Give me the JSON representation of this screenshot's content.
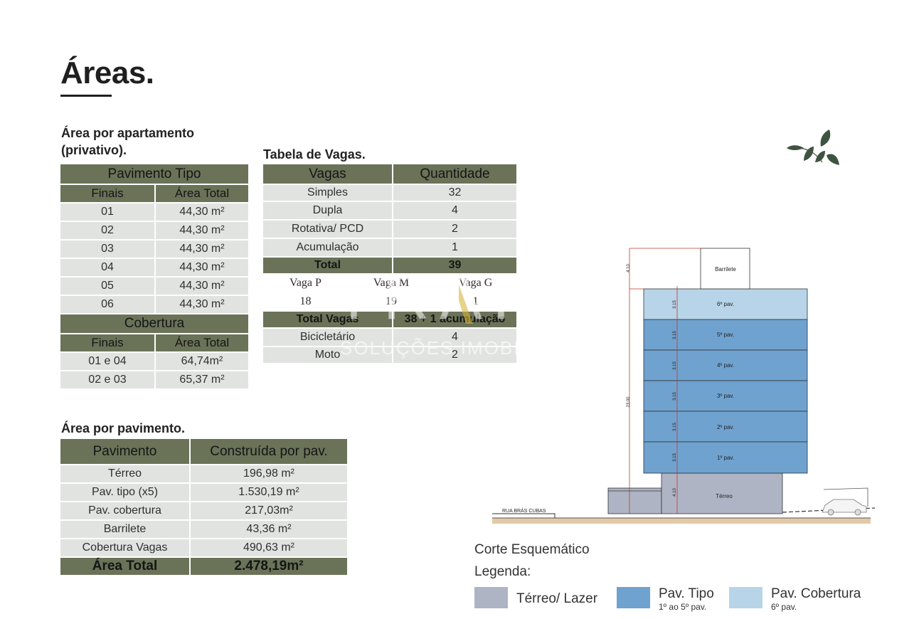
{
  "page_title": "Áreas.",
  "apartment": {
    "heading_line1": "Área por apartamento",
    "heading_line2": "(privativo).",
    "tipo_header": "Pavimento Tipo",
    "col_finais": "Finais",
    "col_area": "Área Total",
    "tipo_rows": [
      {
        "final": "01",
        "area": "44,30 m²"
      },
      {
        "final": "02",
        "area": "44,30 m²"
      },
      {
        "final": "03",
        "area": "44,30 m²"
      },
      {
        "final": "04",
        "area": "44,30 m²"
      },
      {
        "final": "05",
        "area": "44,30 m²"
      },
      {
        "final": "06",
        "area": "44,30 m²"
      }
    ],
    "cobertura_header": "Cobertura",
    "cobertura_rows": [
      {
        "final": "01 e 04",
        "area": "64,74m²"
      },
      {
        "final": "02 e 03",
        "area": "65,37 m²"
      }
    ]
  },
  "vagas": {
    "heading": "Tabela de Vagas.",
    "col_vagas": "Vagas",
    "col_qtd": "Quantidade",
    "rows": [
      {
        "label": "Simples",
        "value": "32"
      },
      {
        "label": "Dupla",
        "value": "4"
      },
      {
        "label": "Rotativa/ PCD",
        "value": "2"
      },
      {
        "label": "Acumulação",
        "value": "1"
      }
    ],
    "total_label": "Total",
    "total_value": "39",
    "size_labels": [
      "Vaga P",
      "Vaga M",
      "Vaga G"
    ],
    "size_values": [
      "18",
      "19",
      "1"
    ],
    "total_vagas_label": "Total Vagas",
    "total_vagas_value": "38 + 1 acumulação",
    "bike_label": "Bicicletário",
    "bike_value": "4",
    "moto_label": "Moto",
    "moto_value": "2"
  },
  "pavimento": {
    "heading": "Área por pavimento.",
    "col_pav": "Pavimento",
    "col_construida": "Construída por pav.",
    "rows": [
      {
        "label": "Térreo",
        "value": "196,98 m²"
      },
      {
        "label": "Pav. tipo (x5)",
        "value": "1.530,19 m²"
      },
      {
        "label": "Pav. cobertura",
        "value": "217,03m²"
      },
      {
        "label": "Barrilete",
        "value": "43,36 m²"
      },
      {
        "label": "Cobertura Vagas",
        "value": "490,63 m²"
      }
    ],
    "total_label": "Área Total",
    "total_value": "2.478,19m²"
  },
  "watermark": {
    "text": "TRAI",
    "subtext": "SOLUÇÕES IMOBI"
  },
  "section_drawing": {
    "street": "RUA BRÁS CUBAS",
    "barrilete": "Barrilete",
    "floors": [
      "6º pav.",
      "5º pav.",
      "4º pav.",
      "3º pav.",
      "2º pav.",
      "1º pav."
    ],
    "terreo": "Térreo",
    "floor_height": "3.15",
    "top_height": "4.10",
    "terreo_height": "4.10",
    "total_height": "23.00"
  },
  "caption": "Corte Esquemático",
  "legend": {
    "title": "Legenda:",
    "items": [
      {
        "label": "Térreo/ Lazer",
        "sub": "",
        "color": "#aeb4c3"
      },
      {
        "label": "Pav. Tipo",
        "sub": "1º ao 5º pav.",
        "color": "#6fa2cf"
      },
      {
        "label": "Pav. Cobertura",
        "sub": "6º pav.",
        "color": "#b8d4e8"
      }
    ]
  },
  "colors": {
    "table_header": "#6a7358",
    "table_row": "#e1e3e1",
    "terreo": "#aeb4c3",
    "tipo": "#6fa2cf",
    "cobertura": "#b8d4e8",
    "leaf": "#3e5441"
  }
}
